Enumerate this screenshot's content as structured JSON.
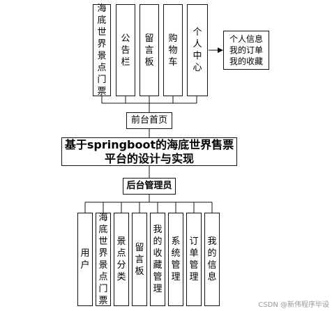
{
  "top_modules": [
    "海底世界景点门票",
    "公告栏",
    "留言板",
    "购物车",
    "个人中心"
  ],
  "personal_box": "个人信息\n我的订单\n我的收藏",
  "front_home": "前台首页",
  "system_title": "基于springboot的海底世界售票\n平台的设计与实现",
  "admin": "后台管理员",
  "bottom_modules": [
    "用户",
    "海底世界景点门票",
    "景点分类",
    "留言板",
    "我的收藏管理",
    "系统管理",
    "订单管理",
    "我的信息"
  ],
  "watermark": "CSDN @新伟程序毕设",
  "colors": {
    "line": "#111111",
    "background": "#ffffff",
    "watermark": "#999999"
  }
}
